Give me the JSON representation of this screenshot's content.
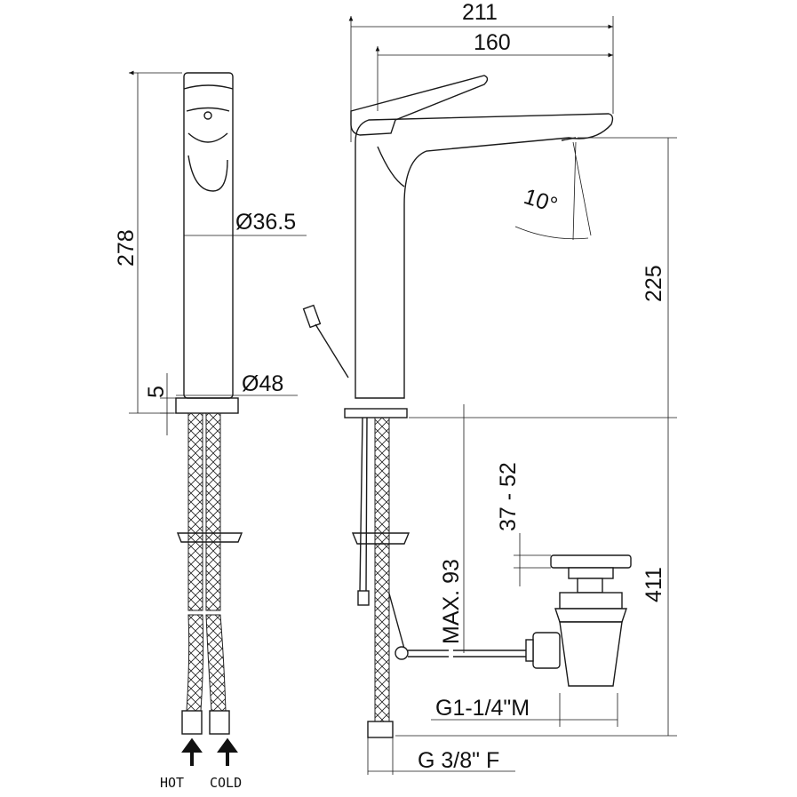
{
  "drawing": {
    "front_view": {
      "height_total": "278",
      "body_diameter": "Ø36.5",
      "base_diameter": "Ø48",
      "base_height": "5",
      "inlet_labels": {
        "hot": "HOT",
        "cold": "COLD"
      }
    },
    "side_view": {
      "overall_reach": "211",
      "spout_reach": "160",
      "spout_angle": "10°",
      "spout_height": "225",
      "below_counter": "411",
      "max_counter_thickness": "MAX. 93",
      "waste_range": "37 - 52",
      "waste_thread": "G1-1/4\"M",
      "hose_thread": "G 3/8\" F"
    }
  }
}
